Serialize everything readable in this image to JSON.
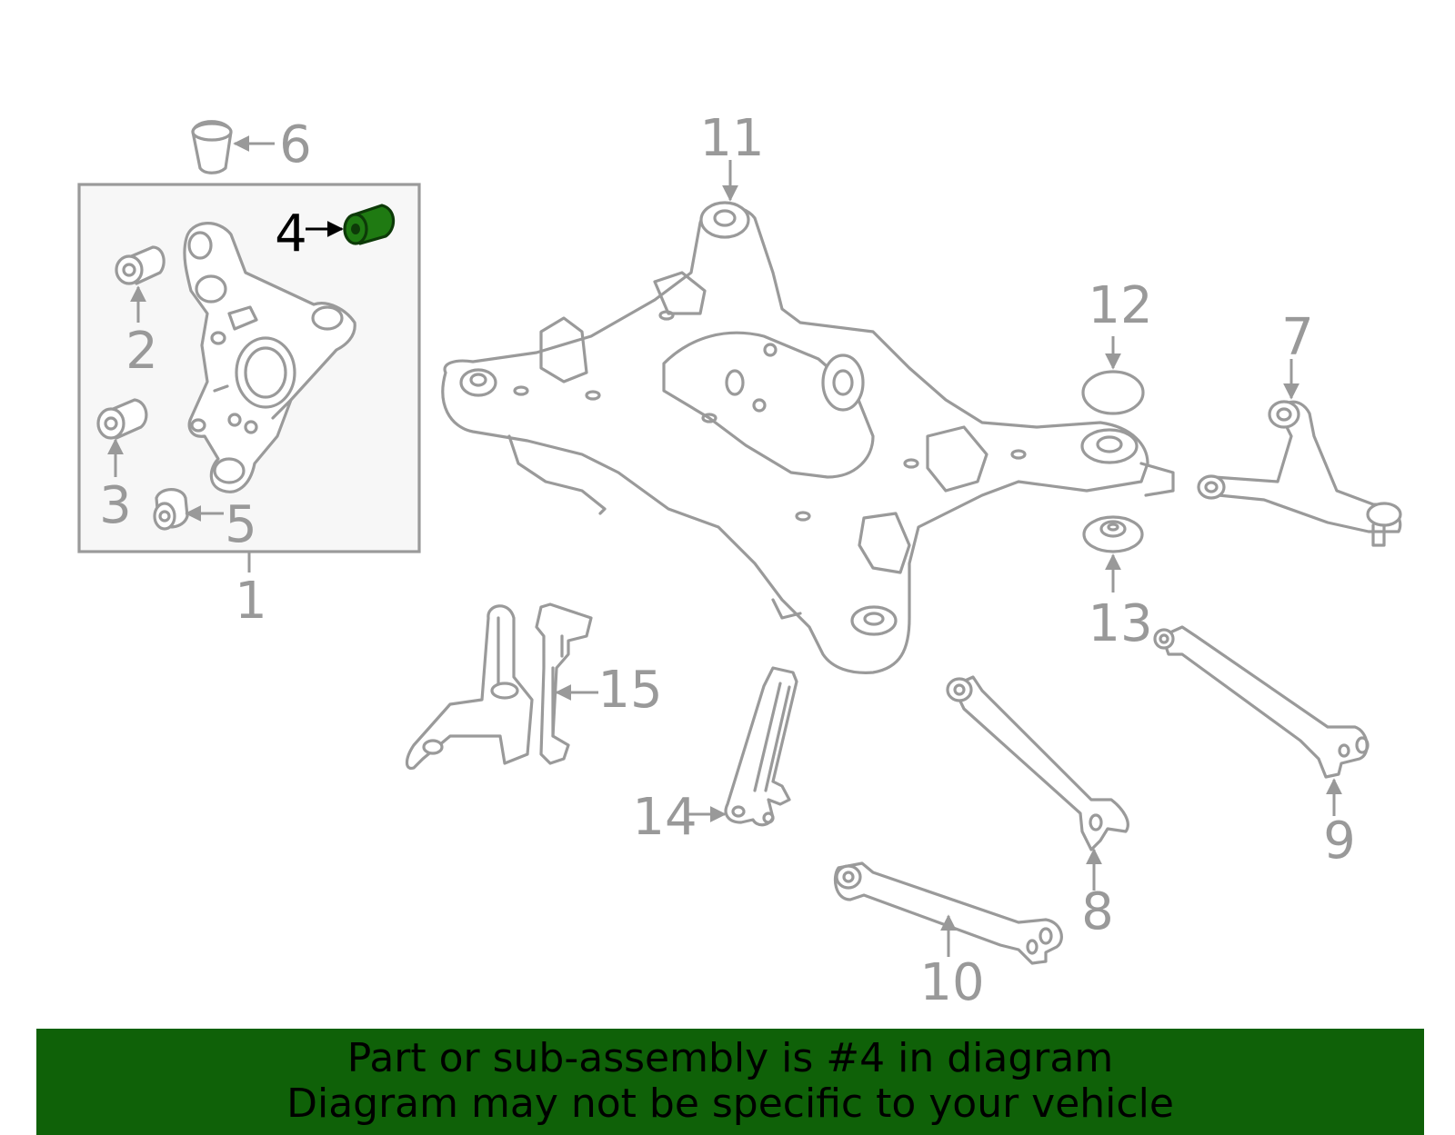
{
  "callouts": {
    "c1": "1",
    "c2": "2",
    "c3": "3",
    "c4": "4",
    "c5": "5",
    "c6": "6",
    "c7": "7",
    "c8": "8",
    "c9": "9",
    "c10": "10",
    "c11": "11",
    "c12": "12",
    "c13": "13",
    "c14": "14",
    "c15": "15"
  },
  "highlighted_part": "4",
  "colors": {
    "banner": "#0f6108",
    "highlight_part": "#1f7a12",
    "line_art": "#9a9a9a",
    "callout_text": "#999999"
  },
  "banner": {
    "line1": "Part or sub-assembly is #4 in diagram",
    "line2": "Diagram may not be specific to your vehicle"
  }
}
